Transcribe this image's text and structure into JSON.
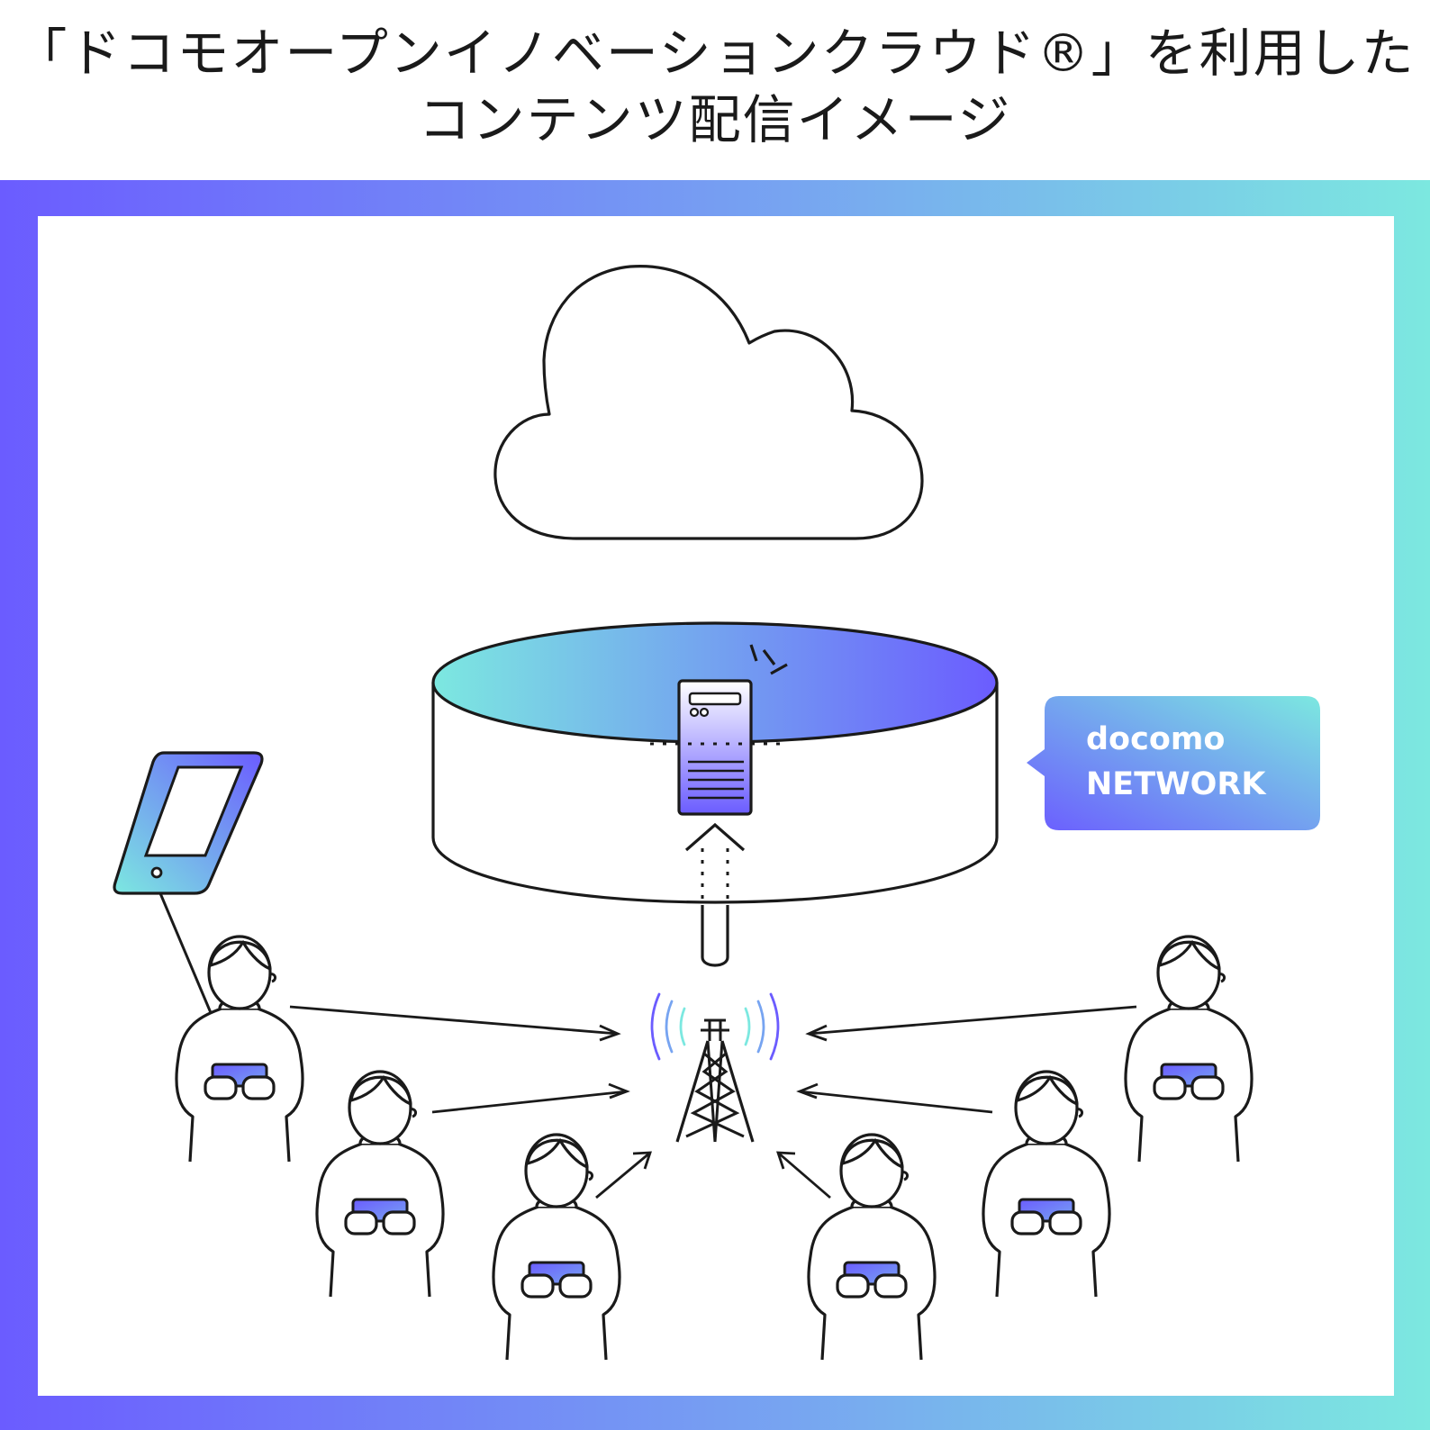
{
  "title": {
    "line1": "「ドコモオープンイノベーションクラウド®」を利用した",
    "line2": "コンテンツ配信イメージ"
  },
  "network_badge": {
    "line1": "docomo",
    "line2": "NETWORK"
  },
  "colors": {
    "gradient_start": "#6b5cff",
    "gradient_mid": "#77a4f1",
    "gradient_end": "#7ce8e0",
    "line": "#1a1a1a",
    "background": "#ffffff"
  },
  "icons": [
    "cloud-icon",
    "server-icon",
    "tablet-icon",
    "antenna-tower-icon",
    "person-icon"
  ],
  "people_count": 6
}
